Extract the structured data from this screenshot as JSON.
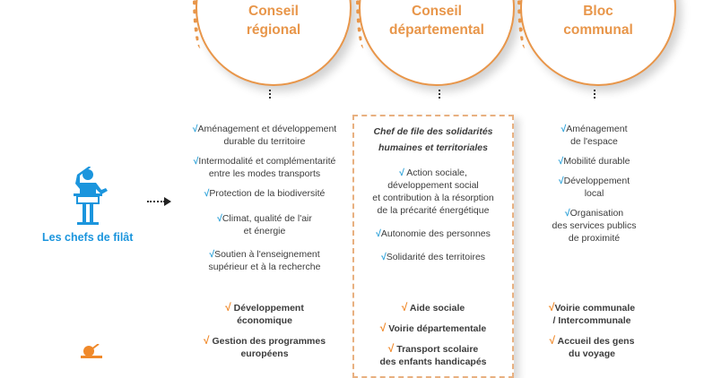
{
  "columns": [
    {
      "title": "Conseil régional",
      "title_lines": [
        "Conseil",
        "régional"
      ],
      "chef_de_file_items": [
        "Aménagement et développement durable du territoire",
        "Intermodalité et complémentarité entre les modes transports",
        "Protection de la biodiversité",
        "Climat, qualité de l'air et énergie",
        "Soutien à l'enseignement supérieur et à la recherche"
      ],
      "chef_de_file_lines": [
        [
          "Aménagement et développement",
          "durable du territoire"
        ],
        [
          "Intermodalité et complémentarité",
          "entre les modes transports"
        ],
        [
          "Protection de la biodiversité"
        ],
        [
          "Climat, qualité de l'air",
          "et énergie"
        ],
        [
          "Soutien à l'enseignement",
          "supérieur et à la recherche"
        ]
      ],
      "competences": [
        "Développement économique",
        "Gestion des programmes européens"
      ],
      "competences_lines": [
        [
          "Développement",
          "économique"
        ],
        [
          "Gestion des programmes",
          "européens"
        ]
      ]
    },
    {
      "title": "Conseil départemental",
      "title_lines": [
        "Conseil",
        "départemental"
      ],
      "box_title_lines": [
        "Chef de file des solidarités",
        "humaines et territoriales"
      ],
      "chef_de_file_items": [
        "Action sociale, développement social et contribution à la résorption de la précarité énergétique",
        "Autonomie des personnes",
        "Solidarité des territoires"
      ],
      "chef_de_file_lines": [
        [
          "Action sociale,",
          "développement social",
          "et contribution à la résorption",
          "de la précarité énergétique"
        ],
        [
          "Autonomie des personnes"
        ],
        [
          "Solidarité des territoires"
        ]
      ],
      "competences": [
        "Aide sociale",
        "Voirie départementale",
        "Transport scolaire des enfants handicapés"
      ],
      "competences_lines": [
        [
          "Aide sociale"
        ],
        [
          "Voirie départementale"
        ],
        [
          "Transport scolaire",
          "des enfants handicapés"
        ]
      ]
    },
    {
      "title": "Bloc communal",
      "title_lines": [
        "Bloc",
        "communal"
      ],
      "chef_de_file_items": [
        "Aménagement de l'espace",
        "Mobilité durable",
        "Développement local",
        "Organisation des services publics de proximité"
      ],
      "chef_de_file_lines": [
        [
          "Aménagement",
          "de l'espace"
        ],
        [
          "Mobilité durable"
        ],
        [
          "Développement",
          "local"
        ],
        [
          "Organisation",
          "des services publics",
          "de proximité"
        ]
      ],
      "competences": [
        "Voirie communale / Intercommunale",
        "Accueil des gens du voyage"
      ],
      "competences_lines": [
        [
          "Voirie communale",
          "/ Intercommunale"
        ],
        [
          "Accueil des gens",
          "du voyage"
        ]
      ]
    }
  ],
  "row_labels": {
    "chefs_de_file": "Les chefs de filât"
  },
  "check_glyph": "√",
  "colors": {
    "orange": "#e8964a",
    "blue": "#1b95dd",
    "check_blue": "#2aa0d8",
    "check_orange": "#f0892a"
  },
  "icons": [
    "conductor-icon",
    "arrow-right-icon",
    "orange-person-icon"
  ]
}
